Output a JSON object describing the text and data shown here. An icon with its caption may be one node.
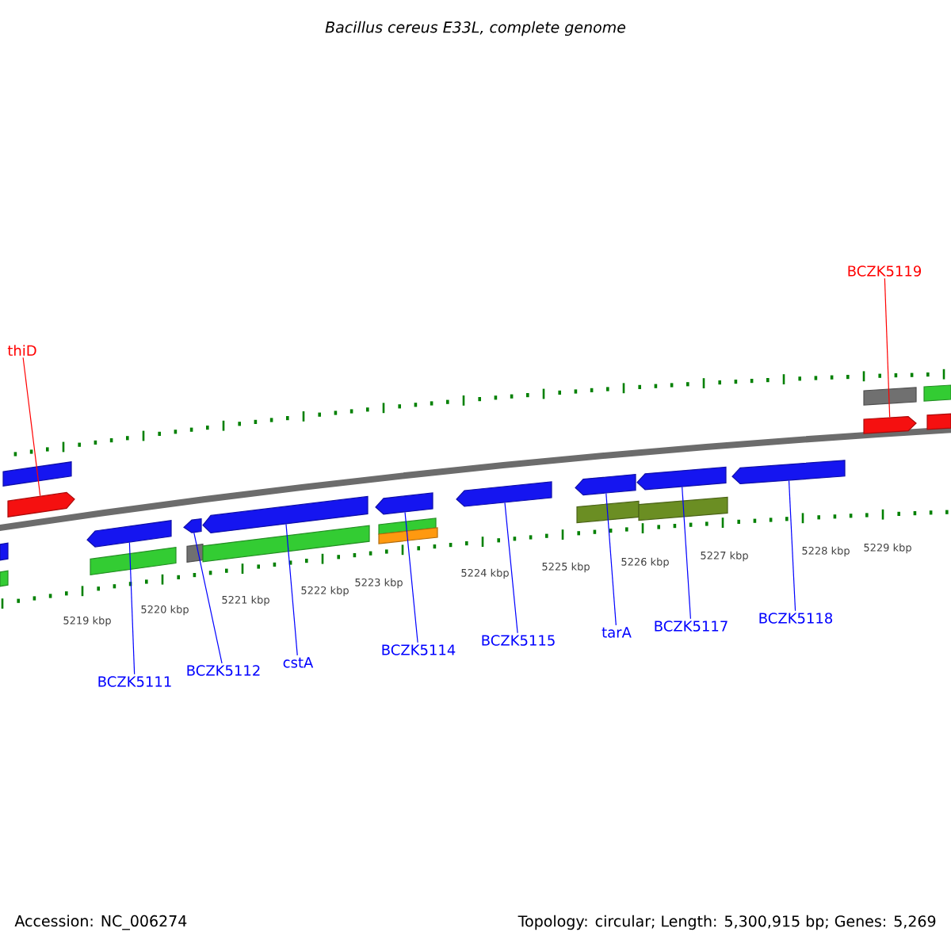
{
  "diagram": {
    "title": "Bacillus cereus E33L, complete genome",
    "nodes": [
      {
        "text": [
          "BCZK5119"
        ]
      },
      {
        "text": [
          "thiD"
        ]
      },
      {
        "text": [
          "BCZK5111"
        ]
      },
      {
        "text": [
          "BCZK5112"
        ]
      },
      {
        "text": [
          "cstA"
        ]
      },
      {
        "text": [
          "BCZK5114"
        ]
      },
      {
        "text": [
          "BCZK5115"
        ]
      },
      {
        "text": [
          "tarA"
        ]
      },
      {
        "text": [
          "BCZK5117"
        ]
      },
      {
        "text": [
          "BCZK5118"
        ]
      },
      {
        "text": [],
        "shape": "bar"
      },
      {
        "text": [],
        "shape": "bar"
      },
      {
        "text": [],
        "shape": "bar"
      },
      {
        "text": [],
        "shape": "arrow"
      },
      {
        "text": [],
        "shape": "arrow"
      },
      {
        "text": [],
        "shape": "bar"
      },
      {
        "text": [],
        "shape": "arrow"
      },
      {
        "text": [],
        "shape": "bar"
      },
      {
        "text": [],
        "shape": "arrow"
      },
      {
        "text": [],
        "shape": "bar"
      },
      {
        "text": [],
        "shape": "arrow"
      },
      {
        "text": [],
        "shape": "bar"
      },
      {
        "text": [],
        "shape": "bar"
      },
      {
        "text": [],
        "shape": "arrow"
      },
      {
        "text": [],
        "shape": "arrow"
      },
      {
        "text": [],
        "shape": "bar"
      },
      {
        "text": [],
        "shape": "arrow"
      },
      {
        "text": [],
        "shape": "bar"
      },
      {
        "text": [],
        "shape": "arrow"
      },
      {
        "text": [],
        "shape": "bar"
      },
      {
        "text": [],
        "shape": "arrow"
      },
      {
        "text": [],
        "shape": "bar"
      },
      {
        "text": [],
        "shape": "bar"
      }
    ],
    "edges": [
      {
        "from": 0,
        "to": 30,
        "arrow": "none",
        "color": "#ff0000"
      },
      {
        "from": 1,
        "to": 13,
        "arrow": "none",
        "color": "#ff0000"
      },
      {
        "from": 2,
        "to": 14,
        "arrow": "none"
      },
      {
        "from": 3,
        "to": 16,
        "arrow": "none"
      },
      {
        "from": 4,
        "to": 18,
        "arrow": "none"
      },
      {
        "from": 5,
        "to": 20,
        "arrow": "none"
      },
      {
        "from": 6,
        "to": 23,
        "arrow": "none"
      },
      {
        "from": 7,
        "to": 24,
        "arrow": "none"
      },
      {
        "from": 8,
        "to": 26,
        "arrow": "none"
      },
      {
        "from": 9,
        "to": 28,
        "arrow": "none"
      }
    ],
    "labels": [
      "5219 kbp",
      "5220 kbp",
      "5221 kbp",
      "5222 kbp",
      "5223 kbp",
      "5224 kbp",
      "5225 kbp",
      "5226 kbp",
      "5227 kbp",
      "5228 kbp",
      "5229 kbp",
      "Accession: NC_006274",
      "Topology: circular; Length: 5,300,915 bp; Genes: 5,269"
    ]
  }
}
